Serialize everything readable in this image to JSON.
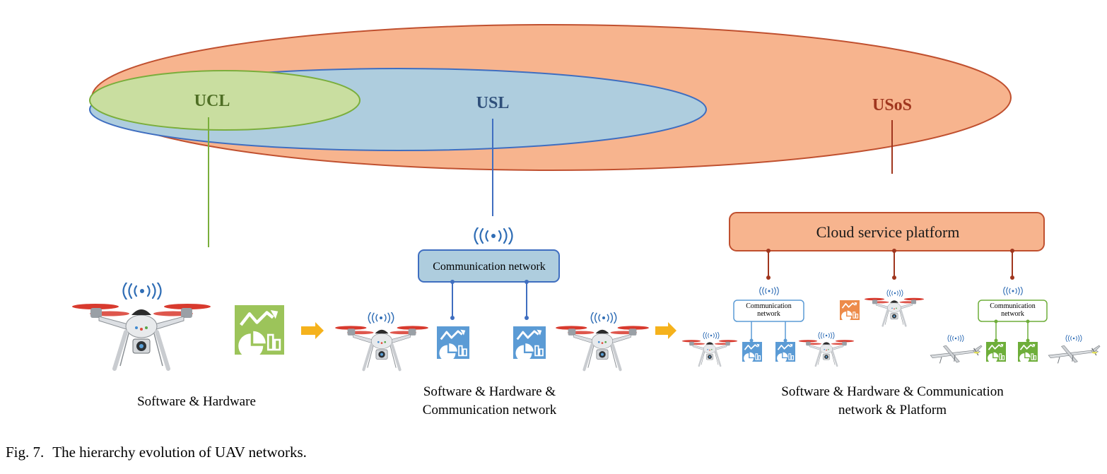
{
  "levels": {
    "ucl": "UCL",
    "usl": "USL",
    "usos": "USoS"
  },
  "boxes": {
    "cloud": "Cloud service platform",
    "comm_main": "Communication network",
    "comm_small_1": "Communication network",
    "comm_small_2": "Communication network"
  },
  "captions": {
    "stage1": "Software & Hardware",
    "stage2_line1": "Software & Hardware &",
    "stage2_line2": "Communication network",
    "stage3_line1": "Software & Hardware & Communication",
    "stage3_line2": "network & Platform"
  },
  "figure": {
    "number": "Fig. 7.",
    "title": "The hierarchy evolution of UAV networks."
  },
  "colors": {
    "usos_fill": "#F7B48E",
    "usos_stroke": "#C0502F",
    "usl_fill": "#AECDDE",
    "usl_stroke": "#3F6EC0",
    "ucl_fill": "#C9DEA0",
    "ucl_stroke": "#7AAE3C",
    "arrow": "#F5B21C",
    "blue_icon": "#5B9BD5",
    "green_icon": "#6EAE3A",
    "orange_icon": "#ED8B4A"
  }
}
